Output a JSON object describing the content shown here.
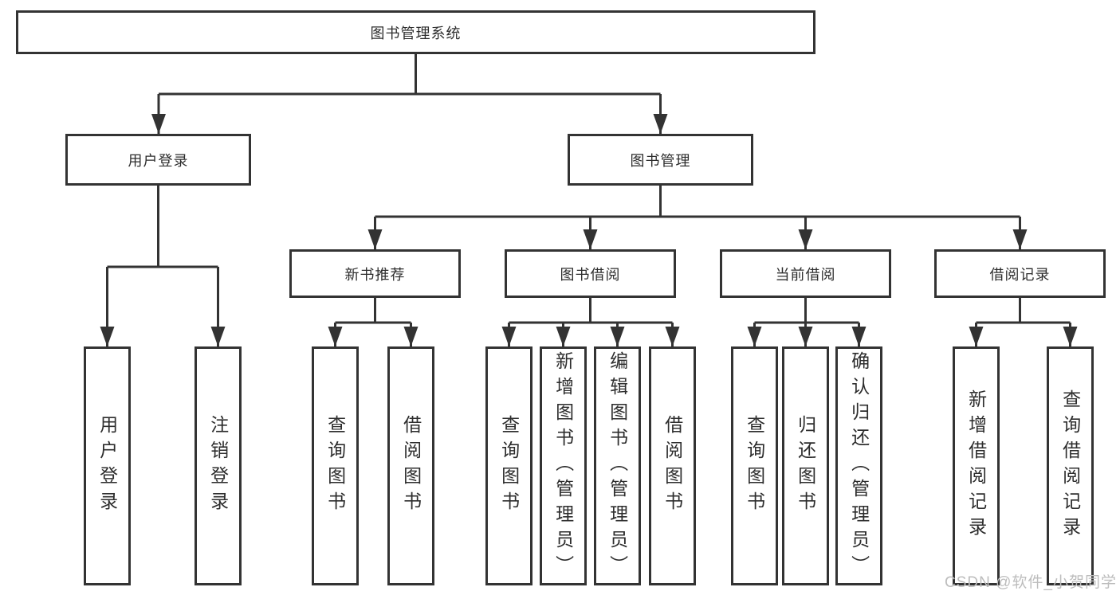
{
  "diagram": {
    "root": "图书管理系统",
    "level1": {
      "user_login": "用户登录",
      "book_mgmt": "图书管理"
    },
    "level2": {
      "new_books": "新书推荐",
      "book_borrow": "图书借阅",
      "current_borrow": "当前借阅",
      "borrow_records": "借阅记录"
    },
    "leaves": {
      "user_login_leaf": "用户登录",
      "logout": "注销登录",
      "nb_query": "查询图书",
      "nb_borrow": "借阅图书",
      "bb_query": "查询图书",
      "bb_add": "新增图书（管理员）",
      "bb_edit": "编辑图书（管理员）",
      "bb_borrow": "借阅图书",
      "cb_query": "查询图书",
      "cb_return": "归还图书",
      "cb_confirm": "确认归还（管理员）",
      "br_add": "新增借阅记录",
      "br_query": "查询借阅记录"
    }
  },
  "watermark": "CSDN @软件_小贺同学",
  "colors": {
    "line": "#333333",
    "text": "#2d2d2d",
    "watermark": "#bdbdbd",
    "background": "#ffffff"
  }
}
